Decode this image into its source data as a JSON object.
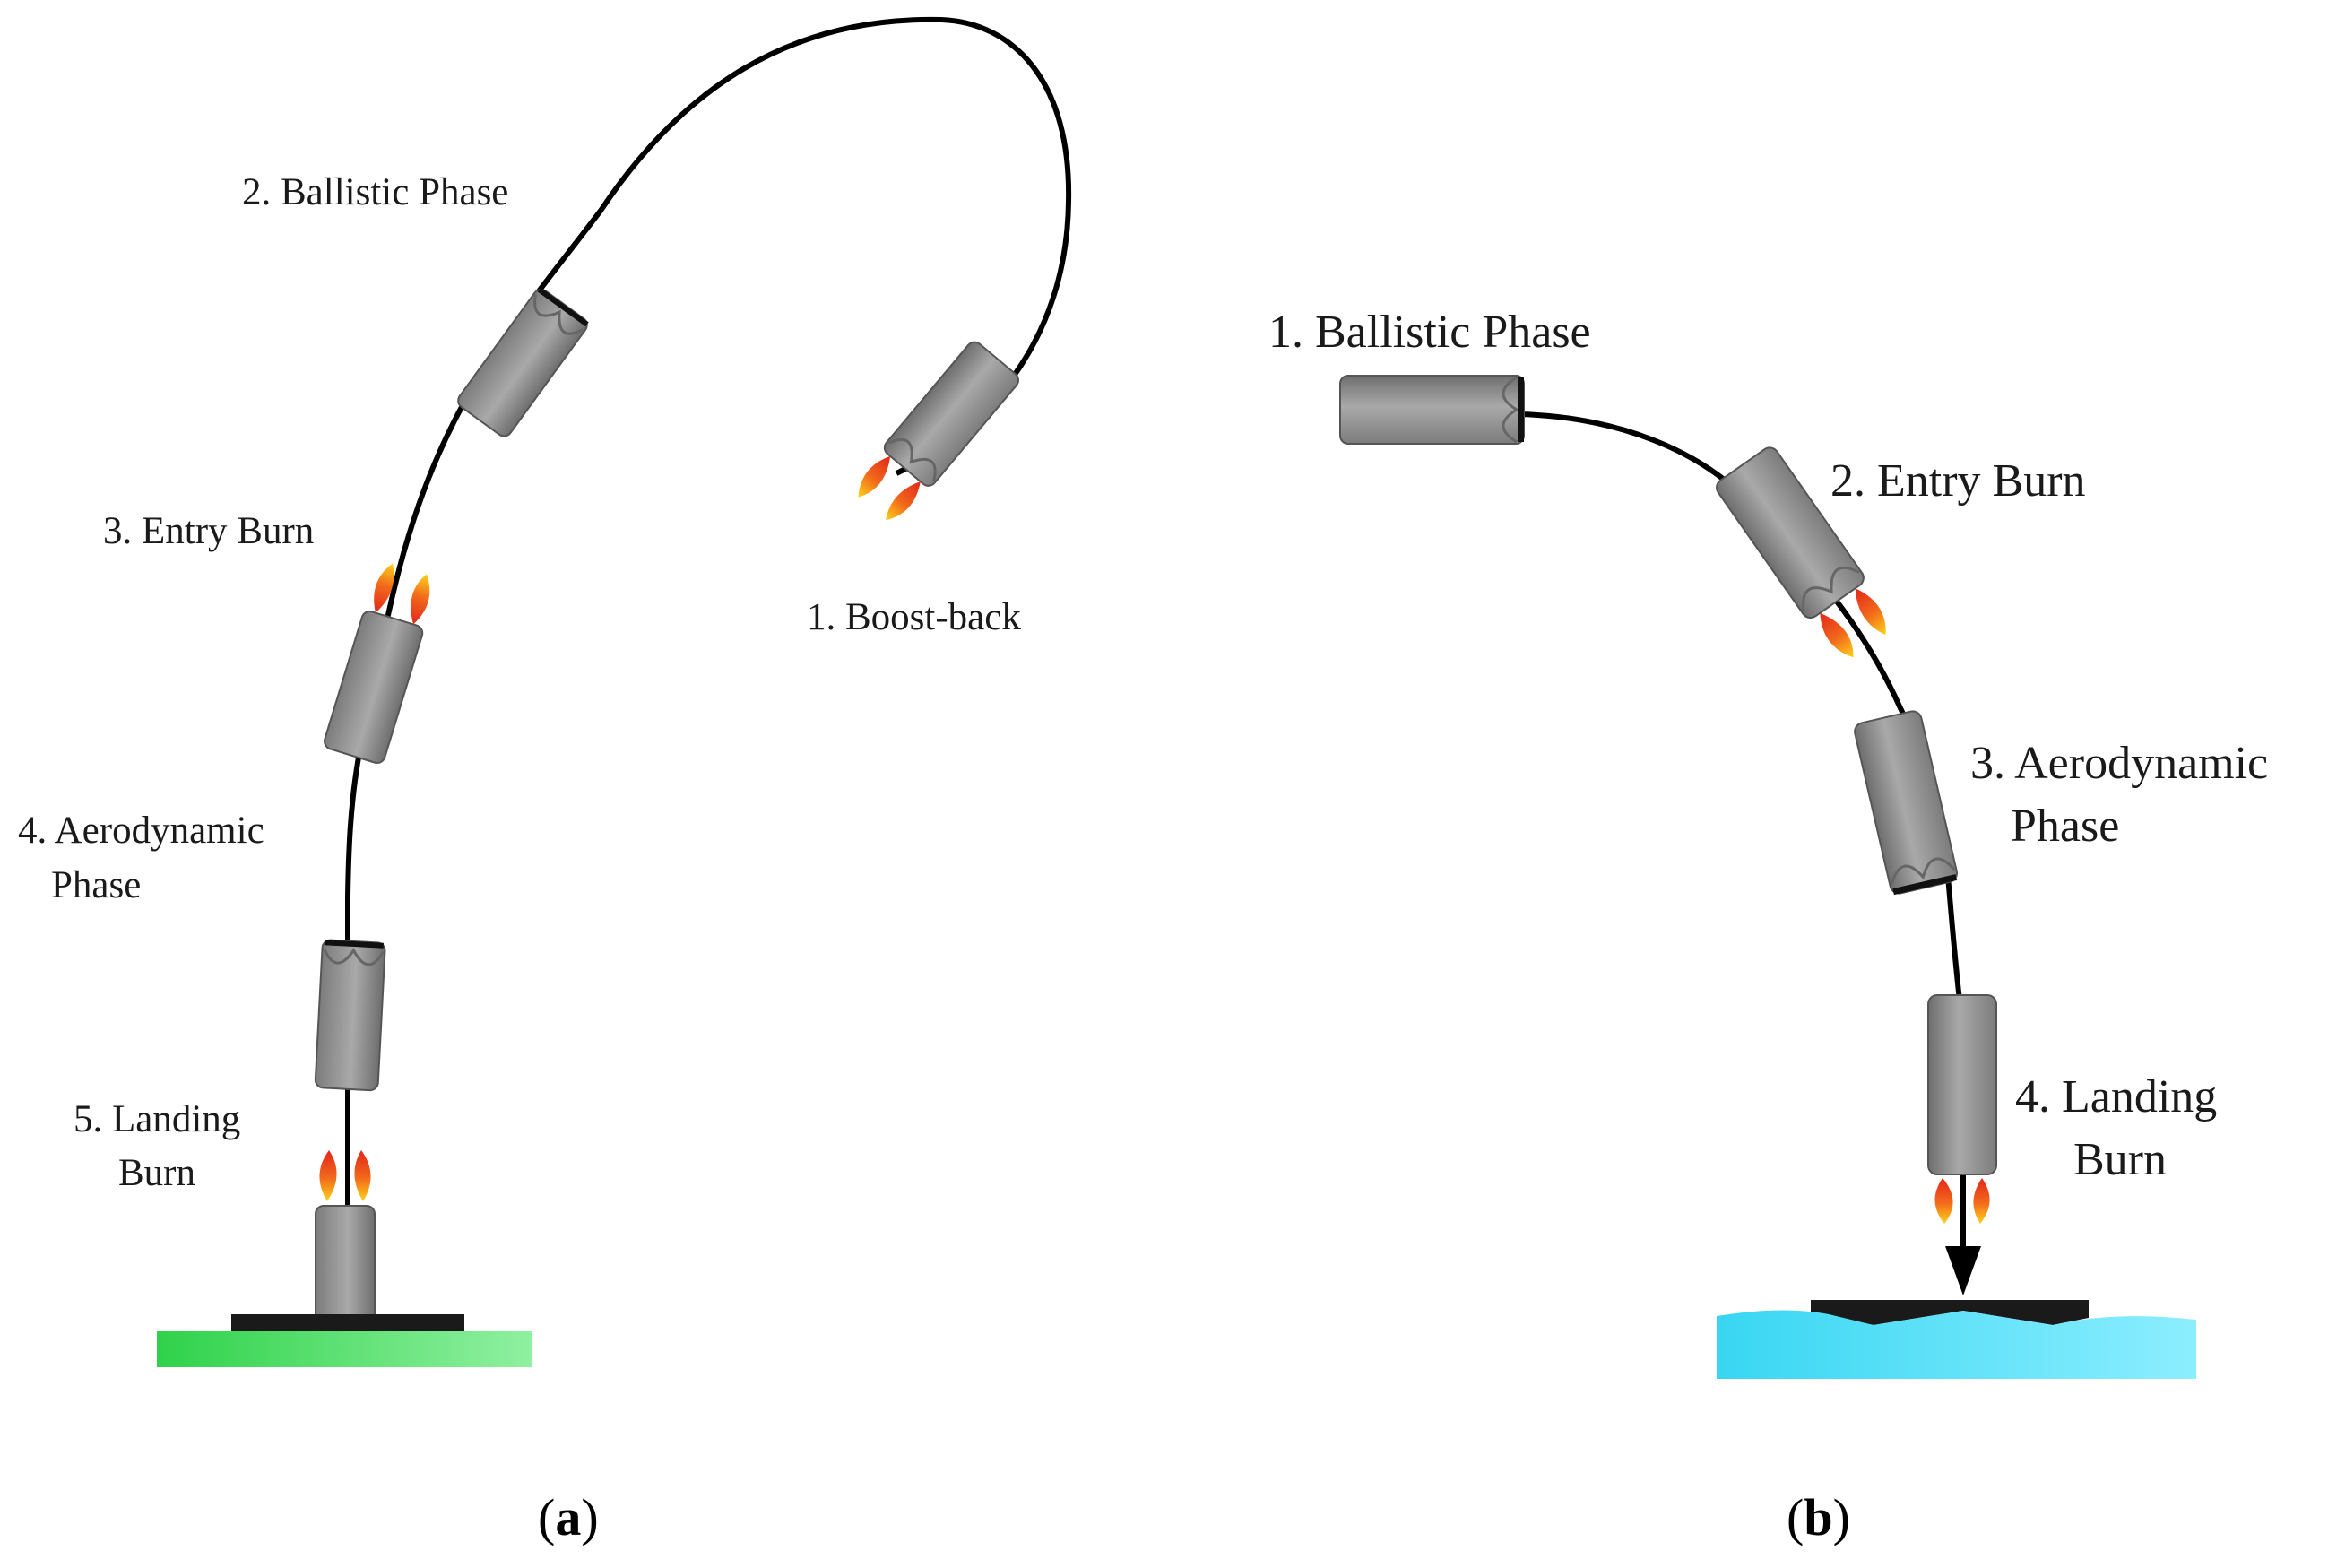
{
  "panel_a": {
    "phases": [
      "1. Boost-back",
      "2. Ballistic Phase",
      "3. Entry Burn",
      "4. Aerodynamic",
      "Phase",
      "5. Landing",
      "Burn"
    ],
    "caption_open": "(",
    "caption_letter": "a",
    "caption_close": ")",
    "pad_color": "#3ddc52"
  },
  "panel_b": {
    "phases": [
      "1. Ballistic Phase",
      "2. Entry Burn",
      "3. Aerodynamic",
      "Phase",
      "4. Landing",
      "Burn"
    ],
    "caption_open": "(",
    "caption_letter": "b",
    "caption_close": ")",
    "water_color": "#2fd0ee"
  },
  "icons": {
    "rocket": "rocket-stage-icon",
    "flame": "engine-flame-icon",
    "arrow": "arrow-down-icon"
  }
}
